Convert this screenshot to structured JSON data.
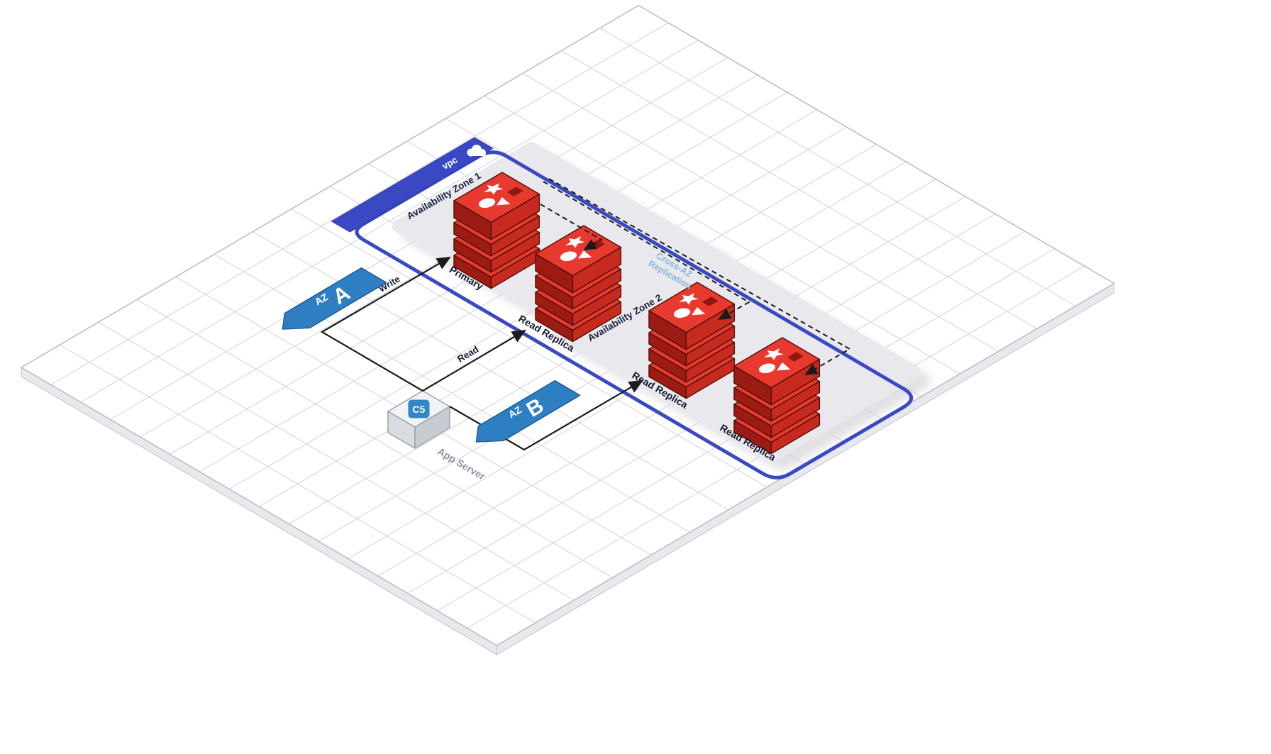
{
  "diagram": {
    "vpc": {
      "label": "vpc"
    },
    "zones": [
      {
        "label": "Availability Zone 1"
      },
      {
        "label": "Availability Zone 2"
      }
    ],
    "az_badges": [
      {
        "prefix": "AZ",
        "letter": "A"
      },
      {
        "prefix": "AZ",
        "letter": "B"
      }
    ],
    "nodes": {
      "primary": {
        "label": "Primary",
        "icon": "redis-database-stack"
      },
      "replica1": {
        "label": "Read Replica",
        "icon": "redis-database-stack"
      },
      "replica2": {
        "label": "Read Replica",
        "icon": "redis-database-stack"
      },
      "replica3": {
        "label": "Read Replica",
        "icon": "redis-database-stack"
      },
      "app_server": {
        "label": "App Server",
        "chip": "C5",
        "icon": "server-box"
      }
    },
    "edges": {
      "write": {
        "label": "Write",
        "style": "solid"
      },
      "read": {
        "label": "Read",
        "style": "solid"
      },
      "replication": {
        "label_line1": "Cross-AZ",
        "label_line2": "Replication",
        "style": "dashed"
      }
    },
    "colors": {
      "vpc_border": "#3a49c3",
      "az_badge": "#2e7fc2",
      "redis_top": "#e8392e",
      "redis_left": "#9c1c14",
      "redis_right": "#c72a1e",
      "zone_fill": "#e9e9ed",
      "replication_label": "#85b7d9",
      "app_label": "#8a93a4",
      "connector": "#1b1b1b"
    }
  }
}
